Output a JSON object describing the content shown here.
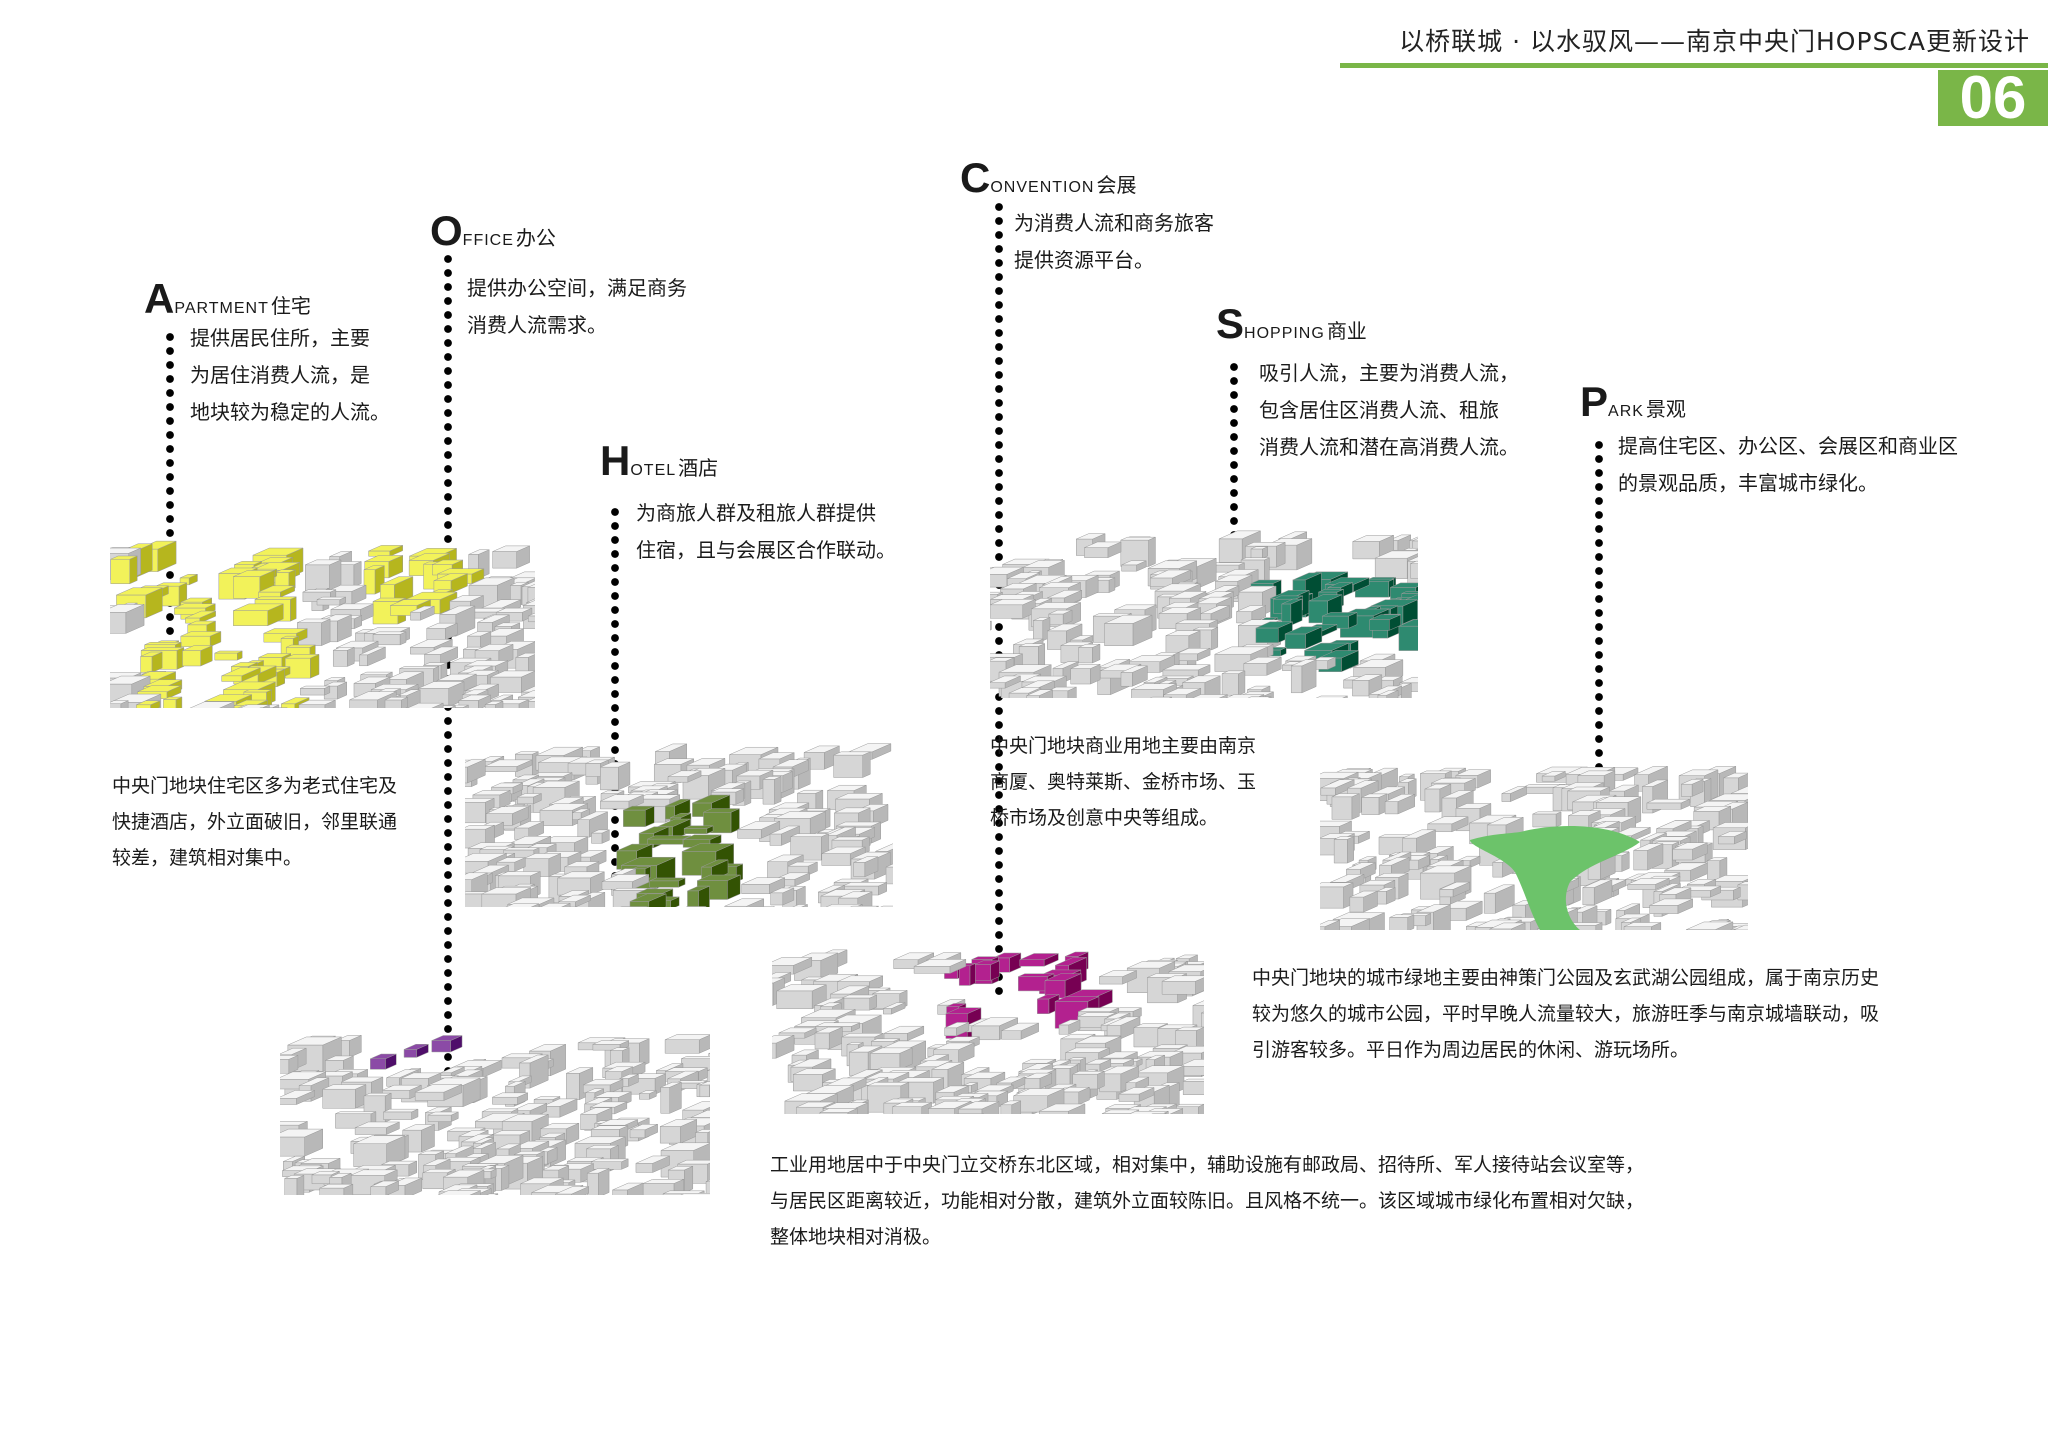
{
  "header": {
    "title": "以桥联城 · 以水驭风——南京中央门HOPSCA更新设计",
    "page_number": "06",
    "accent_color": "#7ab648"
  },
  "categories": [
    {
      "key": "apartment",
      "initial": "A",
      "rest": "partment",
      "cn": "住宅",
      "lines": [
        "提供居民住所，主要",
        "为居住消费人流，是",
        "地块较为稳定的人流。"
      ],
      "highlight_color": "#f2f25a"
    },
    {
      "key": "office",
      "initial": "O",
      "rest": "ffice",
      "cn": "办公",
      "lines": [
        "提供办公空间，满足商务",
        "消费人流需求。"
      ],
      "highlight_color": "#8b4aa6"
    },
    {
      "key": "hotel",
      "initial": "H",
      "rest": "otel",
      "cn": "酒店",
      "lines": [
        "为商旅人群及租旅人群提供",
        "住宿，且与会展区合作联动。"
      ],
      "highlight_color": "#6f8f3f"
    },
    {
      "key": "convention",
      "initial": "C",
      "rest": "onvention",
      "cn": "会展",
      "lines": [
        "为消费人流和商务旅客",
        "提供资源平台。"
      ],
      "highlight_color": "#b3218f"
    },
    {
      "key": "shopping",
      "initial": "S",
      "rest": "hopping",
      "cn": "商业",
      "lines": [
        "吸引人流，主要为消费人流，",
        "包含居住区消费人流、租旅",
        "消费人流和潜在高消费人流。"
      ],
      "highlight_color": "#2e8a70"
    },
    {
      "key": "park",
      "initial": "P",
      "rest": "ark",
      "cn": "景观",
      "lines": [
        "提高住宅区、办公区、会展区和商业区",
        "的景观品质，丰富城市绿化。"
      ],
      "highlight_color": "#6cc36a"
    }
  ],
  "paragraphs": {
    "residential": [
      "中央门地块住宅区多为老式住宅及",
      "快捷酒店，外立面破旧，邻里联通",
      "较差，建筑相对集中。"
    ],
    "commercial": [
      "中央门地块商业用地主要由南京",
      "商厦、奥特莱斯、金桥市场、玉",
      "桥市场及创意中央等组成。"
    ],
    "green": [
      "中央门地块的城市绿地主要由神策门公园及玄武湖公园组成，属于南京历史",
      "较为悠久的城市公园，平时早晚人流量较大，旅游旺季与南京城墙联动，吸",
      "引游客较多。平日作为周边居民的休闲、游玩场所。"
    ],
    "industrial": [
      "工业用地居中于中央门立交桥东北区域，相对集中，辅助设施有邮政局、招待所、军人接待站会议室等，",
      "与居民区距离较近，功能相对分散，建筑外立面较陈旧。且风格不统一。该区域城市绿化布置相对欠缺，",
      "整体地块相对消极。"
    ]
  }
}
